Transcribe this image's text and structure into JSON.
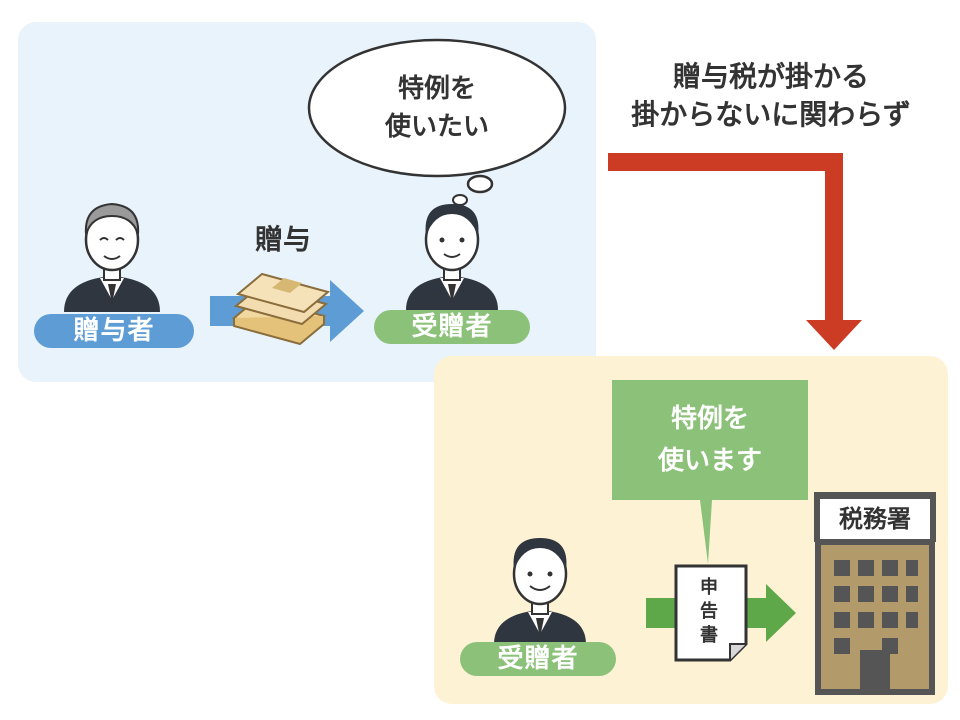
{
  "top_panel": {
    "thought": [
      "特例を",
      "使いたい"
    ],
    "gift_label": "贈与",
    "giver_label": "贈与者",
    "receiver_label": "受贈者"
  },
  "connector_note": [
    "贈与税が掛かる",
    "掛からないに関わらず"
  ],
  "bottom_panel": {
    "callout": [
      "特例を",
      "使います"
    ],
    "receiver_label": "受贈者",
    "form_label": "申告書",
    "tax_office_label": "税務署"
  },
  "colors": {
    "blue_panel": "#e8f3fc",
    "yellow_panel": "#fdf2d3",
    "blue_accent": "#5d9cd5",
    "green_accent": "#8cc17a",
    "red_arrow": "#cc3b24",
    "arrow_green": "#5fa84a",
    "building": "#b39a6a"
  },
  "icons": [
    "person-icon",
    "money-bundle-icon",
    "tax-office-building-icon",
    "document-icon"
  ]
}
